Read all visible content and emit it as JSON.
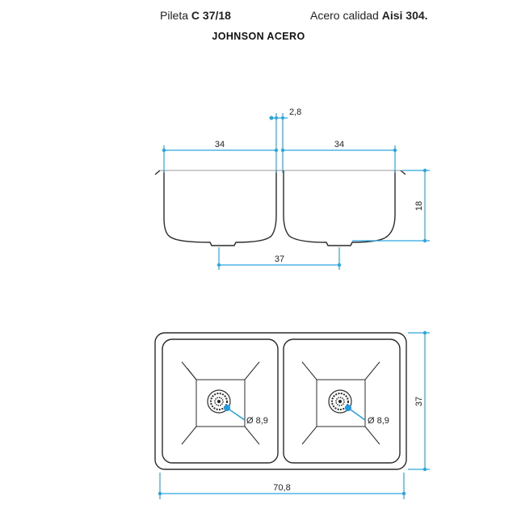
{
  "header": {
    "product_prefix": "Pileta",
    "model": "C 37/18",
    "material_prefix": "Acero calidad",
    "material_grade": "Aisi 304.",
    "brand": "JOHNSON ACERO"
  },
  "side_view": {
    "bowl_width_left": "34",
    "bowl_width_right": "34",
    "divider_width": "2,8",
    "depth": "18",
    "bottom_width": "37"
  },
  "top_view": {
    "overall_width": "70,8",
    "overall_depth": "37",
    "drain_left": "Ø 8,9",
    "drain_right": "Ø 8,9"
  },
  "colors": {
    "line": "#2b2b2b",
    "dimension": "#2aa6df",
    "drain_marker": "#1e9ae0"
  }
}
